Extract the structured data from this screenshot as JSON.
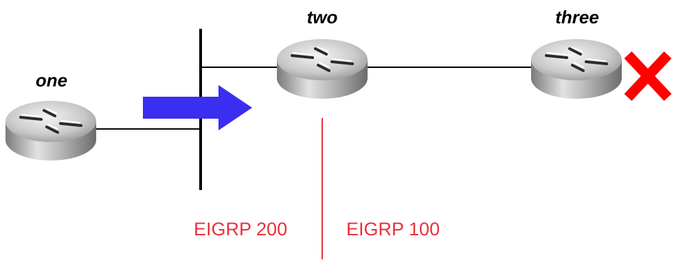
{
  "routers": [
    {
      "id": "one",
      "label": "one"
    },
    {
      "id": "two",
      "label": "two"
    },
    {
      "id": "three",
      "label": "three"
    }
  ],
  "domains": [
    {
      "id": "eigrp-200",
      "label": "EIGRP 200"
    },
    {
      "id": "eigrp-100",
      "label": "EIGRP 100"
    }
  ],
  "icons": {
    "router": "router-icon",
    "failure": "x-mark-icon",
    "direction": "right-arrow-icon"
  },
  "colors": {
    "line": "#000000",
    "boundary": "#e8303a",
    "domain_text": "#e8303a",
    "arrow_fill": "#3a2ef0",
    "failure_mark": "#ff0000"
  }
}
